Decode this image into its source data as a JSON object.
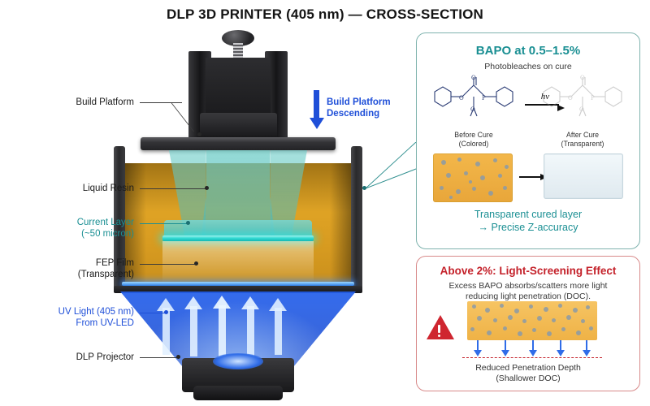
{
  "title": "DLP 3D PRINTER (405 nm) — CROSS-SECTION",
  "colors": {
    "teal": "#1a8f93",
    "blue": "#1f4fd8",
    "red": "#c4212a",
    "resin": "#e0a425",
    "uv_light": "#235feb",
    "part": "#46b4b4"
  },
  "diagram": {
    "labels": [
      {
        "id": "build-platform",
        "text": "Build Platform",
        "color": "dark"
      },
      {
        "id": "liquid-resin",
        "text": "Liquid Resin",
        "color": "dark"
      },
      {
        "id": "current-layer",
        "line1": "Current Layer",
        "line2": "(~50 micron)",
        "color": "teal"
      },
      {
        "id": "fep-film",
        "line1": "FEP Film",
        "line2": "(Transparent)",
        "color": "dark"
      },
      {
        "id": "uv-light",
        "line1": "UV Light (405 nm)",
        "line2": "From UV-LED",
        "color": "blue"
      },
      {
        "id": "dlp-projector",
        "text": "DLP Projector",
        "color": "dark"
      }
    ],
    "descend_annotation": {
      "line1": "Build Platform",
      "line2": "Descending",
      "arrow": "down-arrow-icon"
    },
    "light_arrows_count": 5
  },
  "panel_bapo": {
    "heading": "BAPO at 0.5–1.5%",
    "subtitle": "Photobleaches on cure",
    "reaction_label": "hv",
    "before": {
      "line1": "Before Cure",
      "line2": "(Colored)"
    },
    "after": {
      "line1": "After Cure",
      "line2": "(Transparent)"
    },
    "footer_line1": "Transparent cured layer",
    "footer_line2": "→ Precise Z-accuracy"
  },
  "panel_screening": {
    "heading": "Above 2%: Light-Screening Effect",
    "subtitle_line1": "Excess BAPO absorbs/scatters more light",
    "subtitle_line2": "reducing light penetration (DOC).",
    "warning_icon": "warning-triangle-icon",
    "caption_line1": "Reduced Penetration Depth",
    "caption_line2": "(Shallower DOC)",
    "penetration_arrows": 5
  }
}
